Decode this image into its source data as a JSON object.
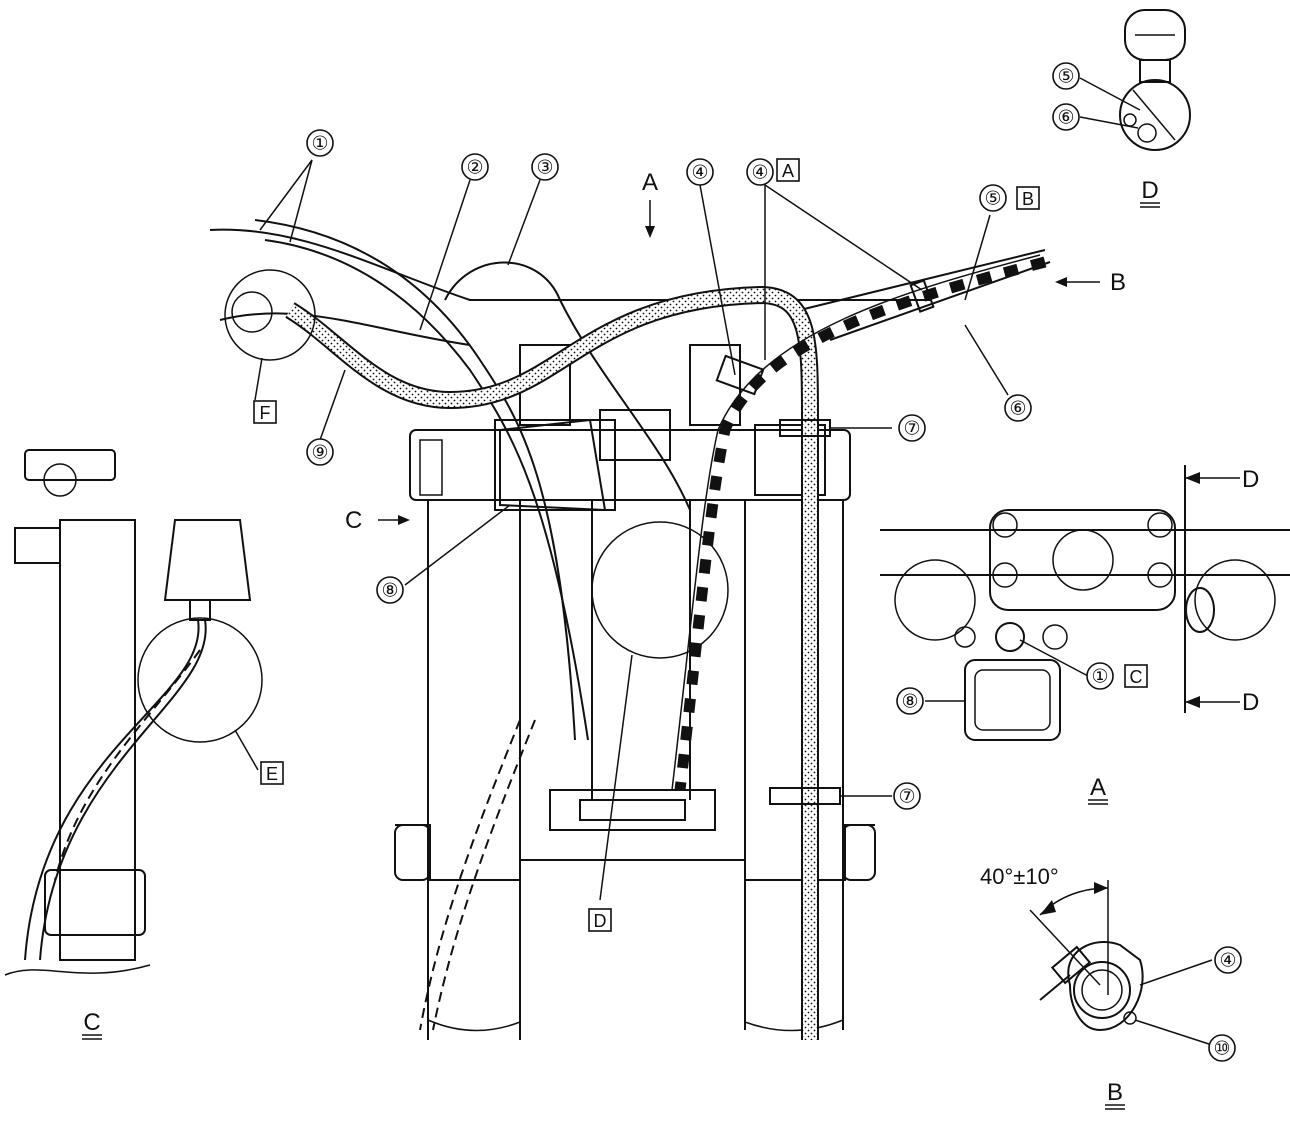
{
  "callouts": [
    {
      "id": "c1",
      "label": "①"
    },
    {
      "id": "c2",
      "label": "②"
    },
    {
      "id": "c3",
      "label": "③"
    },
    {
      "id": "c4a",
      "label": "④"
    },
    {
      "id": "c4b",
      "label": "④"
    },
    {
      "id": "c5",
      "label": "⑤"
    },
    {
      "id": "c6",
      "label": "⑥"
    },
    {
      "id": "c7a",
      "label": "⑦"
    },
    {
      "id": "c7b",
      "label": "⑦"
    },
    {
      "id": "c8",
      "label": "⑧"
    },
    {
      "id": "c9",
      "label": "⑨"
    },
    {
      "id": "cA1",
      "label": "①"
    },
    {
      "id": "cA8",
      "label": "⑧"
    },
    {
      "id": "cB4",
      "label": "④"
    },
    {
      "id": "cB10",
      "label": "⑩"
    },
    {
      "id": "cD5",
      "label": "⑤"
    },
    {
      "id": "cD6",
      "label": "⑥"
    }
  ],
  "boxed_labels": {
    "box_A": "A",
    "box_B": "B",
    "box_C": "C",
    "box_D": "D",
    "box_E": "E",
    "box_F": "F"
  },
  "arrow_labels": {
    "arrow_A": "A",
    "arrow_B": "B",
    "arrow_C": "C",
    "arrow_D_top": "D",
    "arrow_D_bottom": "D"
  },
  "view_titles": {
    "view_A": "A",
    "view_B": "B",
    "view_C": "C",
    "view_D": "D"
  },
  "angle_spec": "40°±10°"
}
